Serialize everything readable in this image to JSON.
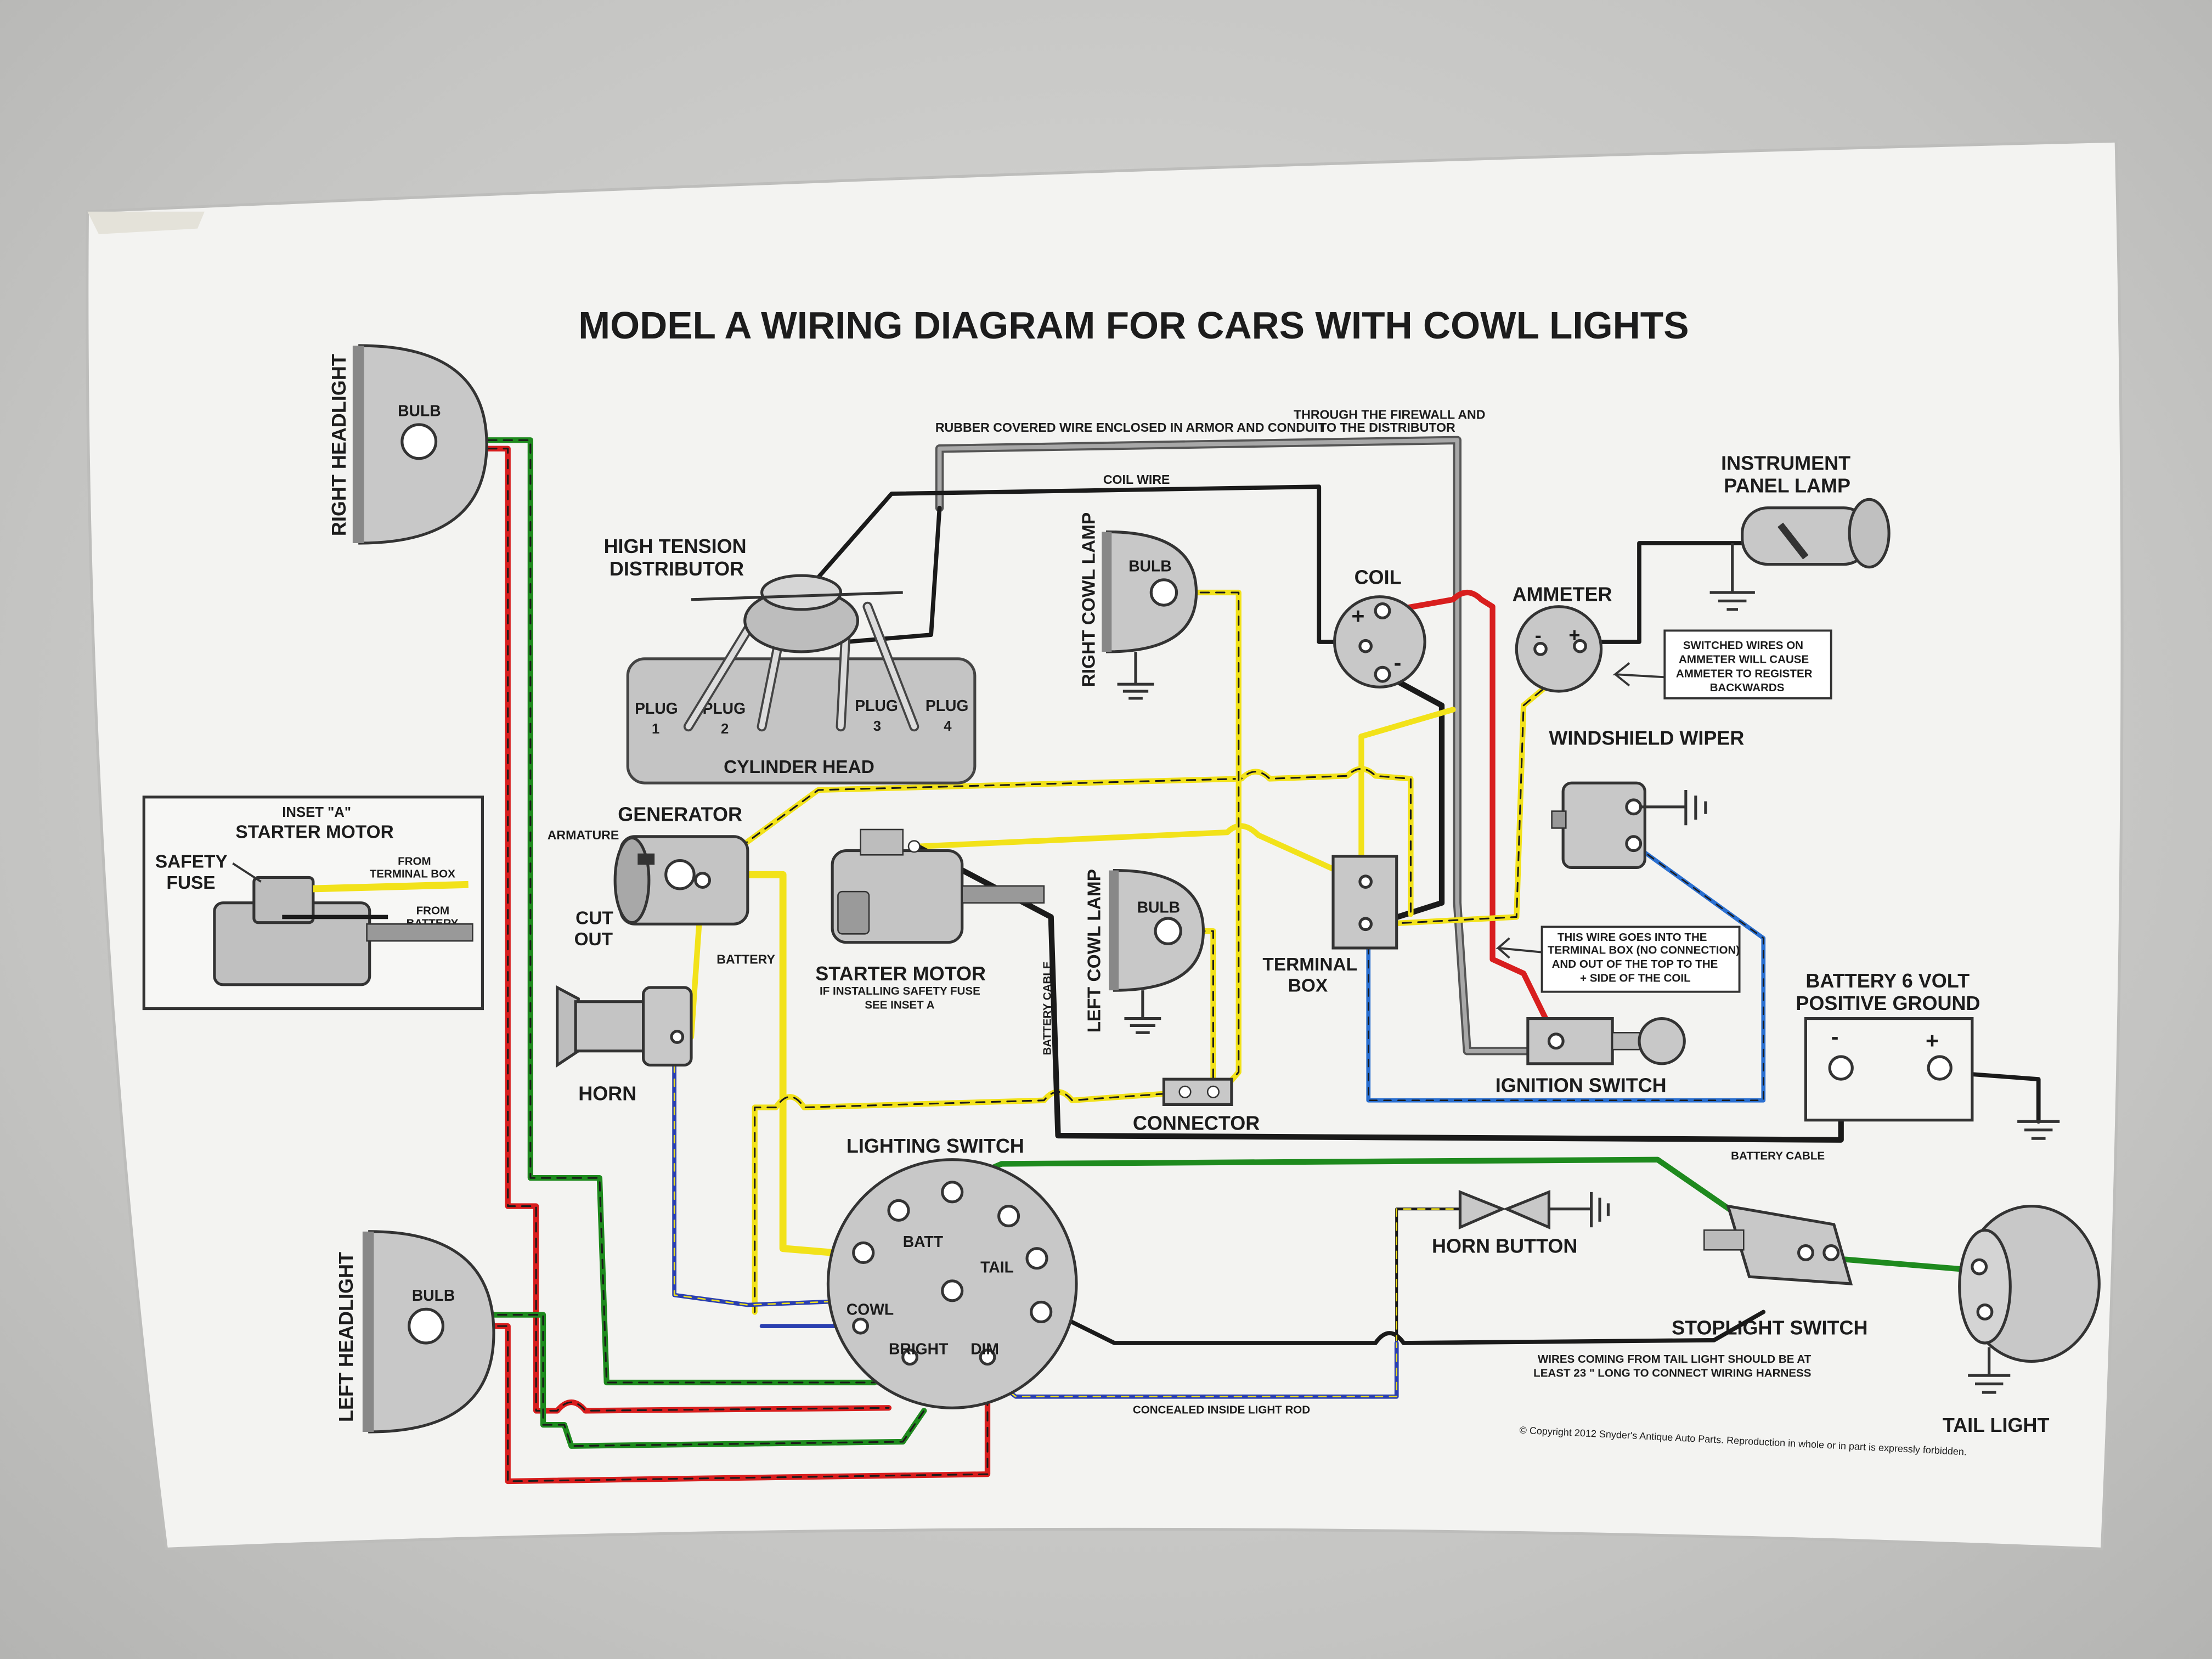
{
  "title": "MODEL A WIRING DIAGRAM FOR CARS WITH COWL LIGHTS",
  "labels": {
    "right_headlight": "RIGHT HEADLIGHT",
    "left_headlight": "LEFT HEADLIGHT",
    "bulb": "BULB",
    "rubber_wire": "RUBBER COVERED WIRE ENCLOSED IN ARMOR AND CONDUIT",
    "firewall_1": "THROUGH THE FIREWALL AND",
    "firewall_2": "TO THE DISTRIBUTOR",
    "coil_wire": "COIL WIRE",
    "instrument_1": "INSTRUMENT",
    "instrument_2": "PANEL LAMP",
    "distributor_1": "HIGH TENSION",
    "distributor_2": "DISTRIBUTOR",
    "plug": "PLUG",
    "plug_1": "1",
    "plug_2": "2",
    "plug_3": "3",
    "plug_4": "4",
    "cylinder_head": "CYLINDER HEAD",
    "right_cowl_lamp": "RIGHT COWL LAMP",
    "left_cowl_lamp": "LEFT COWL LAMP",
    "coil": "COIL",
    "ammeter": "AMMETER",
    "ammeter_note": [
      "SWITCHED WIRES ON",
      "AMMETER WILL CAUSE",
      "AMMETER TO REGISTER",
      "BACKWARDS"
    ],
    "windshield_wiper": "WINDSHIELD WIPER",
    "inset_a": "INSET \"A\"",
    "starter_motor": "STARTER MOTOR",
    "safety_fuse_1": "SAFETY",
    "safety_fuse_2": "FUSE",
    "from_terminal_1": "FROM",
    "from_terminal_2": "TERMINAL BOX",
    "from_battery_1": "FROM",
    "from_battery_2": "BATTERY",
    "generator": "GENERATOR",
    "armature": "ARMATURE",
    "cut_out_1": "CUT",
    "cut_out_2": "OUT",
    "battery": "BATTERY",
    "starter_motor_main": "STARTER MOTOR",
    "starter_note_1": "IF INSTALLING SAFETY FUSE",
    "starter_note_2": "SEE INSET A",
    "battery_cable": "BATTERY CABLE",
    "terminal_box_1": "TERMINAL",
    "terminal_box_2": "BOX",
    "terminal_note": [
      "THIS WIRE GOES INTO THE",
      "TERMINAL BOX (NO CONNECTION)",
      "AND OUT OF THE TOP TO THE",
      "+ SIDE OF THE COIL"
    ],
    "battery_6v_1": "BATTERY 6 VOLT",
    "battery_6v_2": "POSITIVE GROUND",
    "horn": "HORN",
    "connector": "CONNECTOR",
    "ignition_switch": "IGNITION SWITCH",
    "lighting_switch": "LIGHTING SWITCH",
    "batt": "BATT",
    "tail": "TAIL",
    "cowl": "COWL",
    "bright": "BRIGHT",
    "dim": "DIM",
    "horn_button": "HORN BUTTON",
    "stoplight_switch": "STOPLIGHT SWITCH",
    "tail_light": "TAIL LIGHT",
    "tail_note_1": "WIRES COMING FROM TAIL LIGHT SHOULD BE AT",
    "tail_note_2": "LEAST 23 \" LONG TO CONNECT WIRING HARNESS",
    "concealed": "CONCEALED INSIDE LIGHT ROD",
    "copyright": "© Copyright 2012 Snyder's Antique Auto Parts. Reproduction in whole or in part is expressly forbidden."
  },
  "colors": {
    "paper": "#f3f3f1",
    "component": "#c8c8c8",
    "black_wire": "#1a1a1a",
    "yellow_wire": "#f2e21a",
    "red_wire": "#d81e1e",
    "green_wire": "#1e8a1e",
    "blue_wire": "#2a6fd0",
    "gray_wire": "#9a9a9a"
  }
}
